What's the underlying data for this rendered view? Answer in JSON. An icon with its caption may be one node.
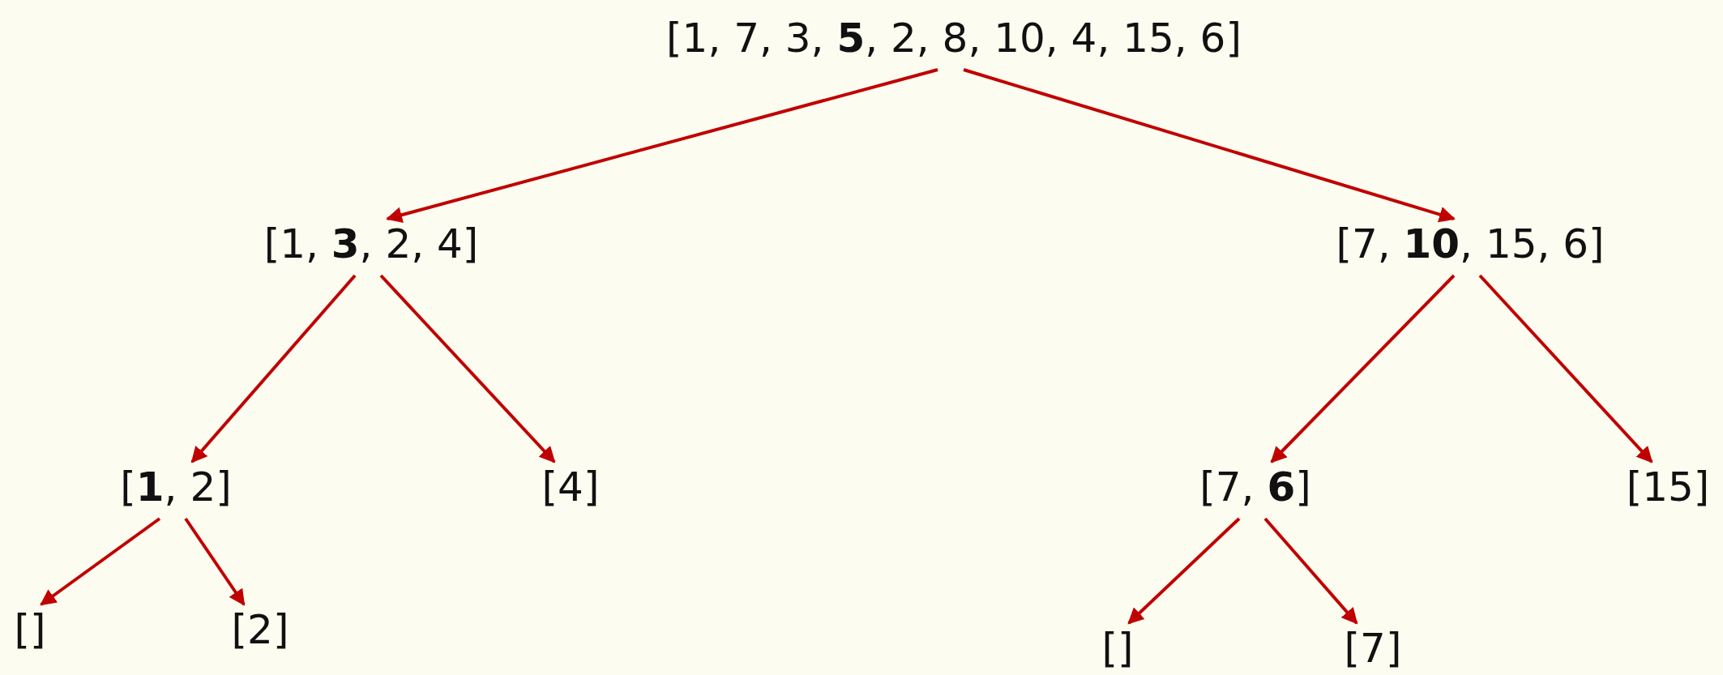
{
  "diagram": {
    "nodes": [
      {
        "text": [
          "[1, 7, 3, **5**, 2, 8, 10, 4, 15, 6]"
        ]
      },
      {
        "text": [
          "[1, **3**, 2, 4]"
        ]
      },
      {
        "text": [
          "[7, **10**, 15, 6]"
        ]
      },
      {
        "text": [
          "[**1**, 2]"
        ]
      },
      {
        "text": [
          "[4]"
        ]
      },
      {
        "text": [
          "[7, **6**]"
        ]
      },
      {
        "text": [
          "[15]"
        ]
      },
      {
        "text": [
          "[]"
        ]
      },
      {
        "text": [
          "[2]"
        ]
      },
      {
        "text": [
          "[]"
        ]
      },
      {
        "text": [
          "[7]"
        ]
      }
    ],
    "edges": [
      {
        "from": 0,
        "to": 1,
        "arrow": "to"
      },
      {
        "from": 0,
        "to": 2,
        "arrow": "to"
      },
      {
        "from": 1,
        "to": 3,
        "arrow": "to"
      },
      {
        "from": 1,
        "to": 4,
        "arrow": "to"
      },
      {
        "from": 2,
        "to": 5,
        "arrow": "to"
      },
      {
        "from": 2,
        "to": 6,
        "arrow": "to"
      },
      {
        "from": 3,
        "to": 7,
        "arrow": "to"
      },
      {
        "from": 3,
        "to": 8,
        "arrow": "to"
      },
      {
        "from": 5,
        "to": 9,
        "arrow": "to"
      },
      {
        "from": 5,
        "to": 10,
        "arrow": "to"
      }
    ]
  }
}
